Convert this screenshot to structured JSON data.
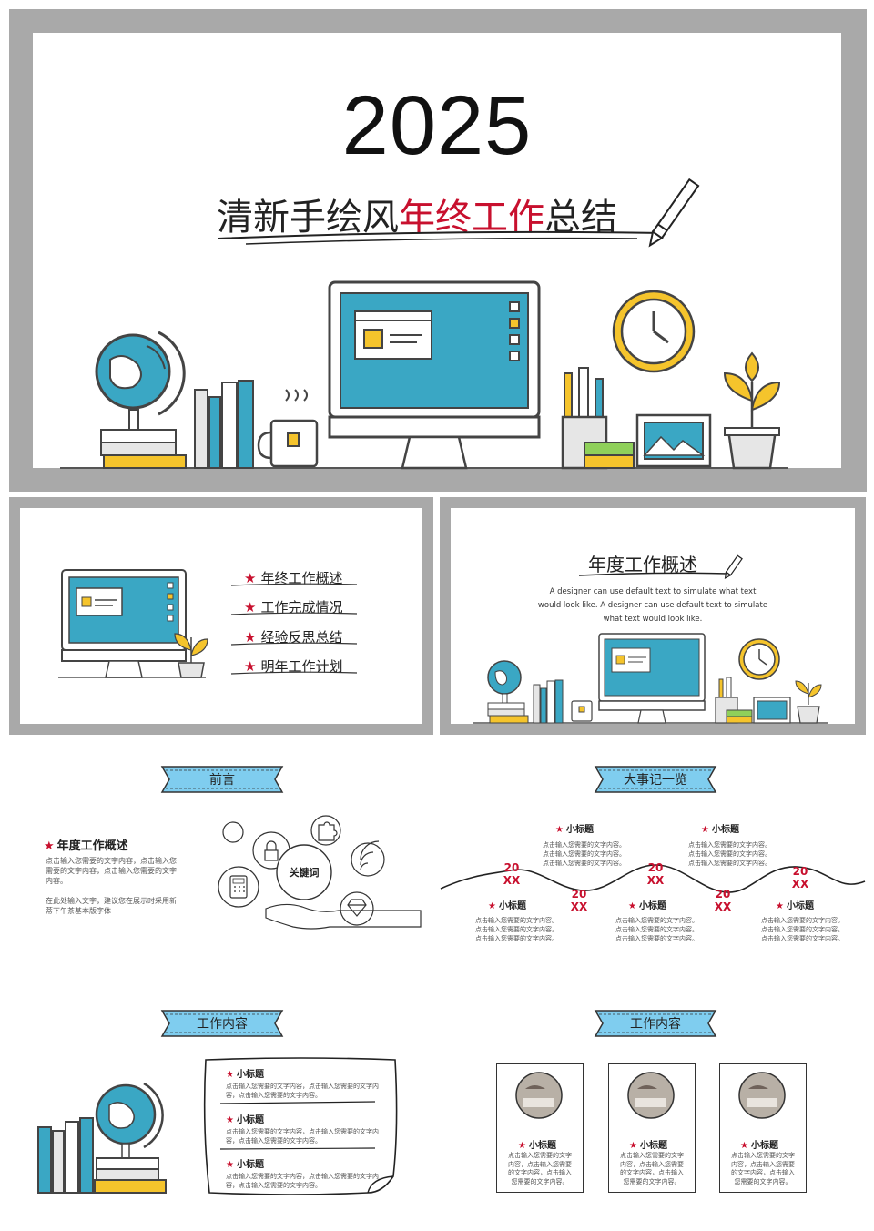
{
  "cover": {
    "year": "2025",
    "title_part1": "清新手绘风",
    "title_part2": "年终工作",
    "title_part3": "总结"
  },
  "toc": {
    "items": [
      "年终工作概述",
      "工作完成情况",
      "经验反思总结",
      "明年工作计划"
    ]
  },
  "overview": {
    "title": "年度工作概述",
    "desc_line1": "A designer can use default text to simulate what text",
    "desc_line2": "would look like. A designer can use default text to simulate",
    "desc_line3": "what text would look like."
  },
  "preface": {
    "ribbon": "前言",
    "heading": "年度工作概述",
    "para1_line1": "点击输入您需要的文字内容，点击输入您",
    "para1_line2": "需要的文字内容，点击输入您需要的文字",
    "para1_line3": "内容。",
    "para2_line1": "在此处输入文字，建议您在展示时采用新",
    "para2_line2": "蒂下午茶基本版字体",
    "keyword": "关键词"
  },
  "events": {
    "ribbon": "大事记一览",
    "year_top": "20",
    "year_bottom": "XX",
    "subtitle": "小标题",
    "line1": "点击输入您需要的文字内容。",
    "line2": "点击输入您需要的文字内容。",
    "line3": "点击输入您需要的文字内容。"
  },
  "work_left": {
    "ribbon": "工作内容",
    "subtitle": "小标题",
    "line1": "点击输入您需要的文字内容，点击输入您需要的文字内",
    "line2": "容，点击输入您需要的文字内容。"
  },
  "work_right": {
    "ribbon": "工作内容",
    "subtitle": "小标题",
    "line1": "点击输入您需要的文字",
    "line2": "内容，点击输入您需要",
    "line3": "的文字内容，点击输入",
    "line4": "您需要的文字内容。"
  },
  "colors": {
    "frame": "#a9a9a9",
    "accent_red": "#c8102e",
    "screen_blue": "#3aa7c4",
    "ribbon_blue": "#7fcdef",
    "yellow": "#f5c42c"
  }
}
